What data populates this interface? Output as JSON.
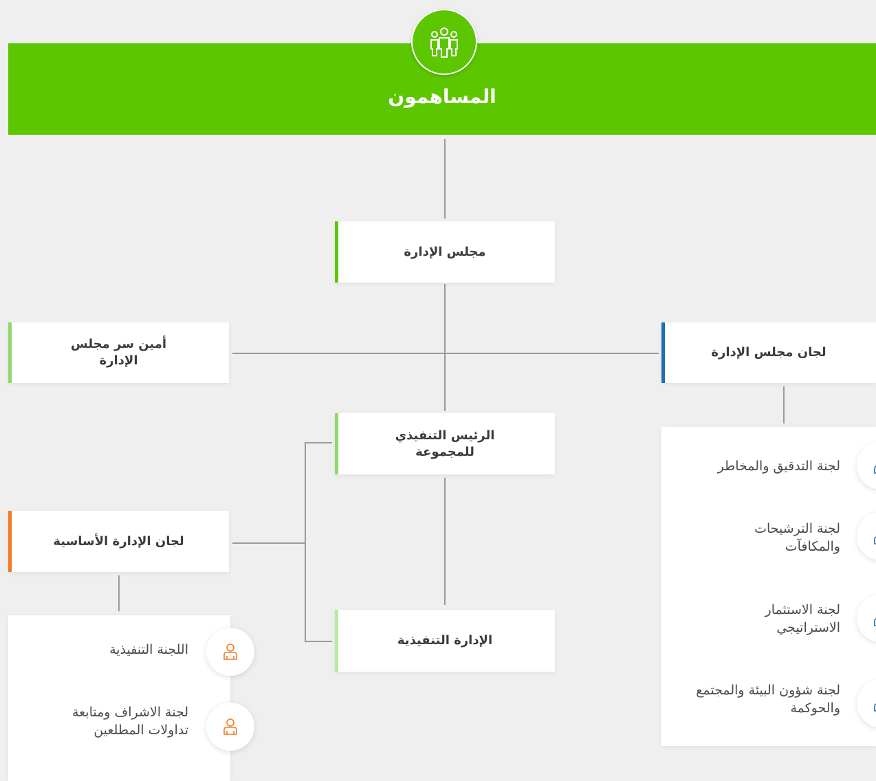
{
  "header": {
    "title": "المساهمون",
    "icon": "shareholders-group-icon"
  },
  "colors": {
    "green": "#5cc700",
    "light_green": "#8fd96a",
    "pale_green": "#b8e8a0",
    "blue": "#1f6db5",
    "orange": "#f47b20",
    "line": "#9a9a9a"
  },
  "nodes": {
    "board": "مجلس الإدارة",
    "secretary": "أمين سر مجلس الإدارة",
    "board_committees": "لجان مجلس الإدارة",
    "ceo": "الرئيس التنفيذي للمجموعة",
    "management_committees": "لجان الإدارة الأساسية",
    "executive_management": "الإدارة التنفيذية"
  },
  "board_committees_list": [
    {
      "label": "لجنة التدقيق والمخاطر",
      "icon": "person-icon"
    },
    {
      "label": "لجنة الترشيحات والمكافآت",
      "icon": "person-icon"
    },
    {
      "label": "لجنة الاستثمار الاستراتيجي",
      "icon": "person-icon"
    },
    {
      "label": "لجنة شؤون البيئة والمجتمع والحوكمة",
      "icon": "person-icon"
    }
  ],
  "management_committees_list": [
    {
      "label": "اللجنة التنفيذية",
      "icon": "person-icon"
    },
    {
      "label": "لجنة الاشراف ومتابعة تداولات المطلعين",
      "icon": "person-icon"
    }
  ]
}
